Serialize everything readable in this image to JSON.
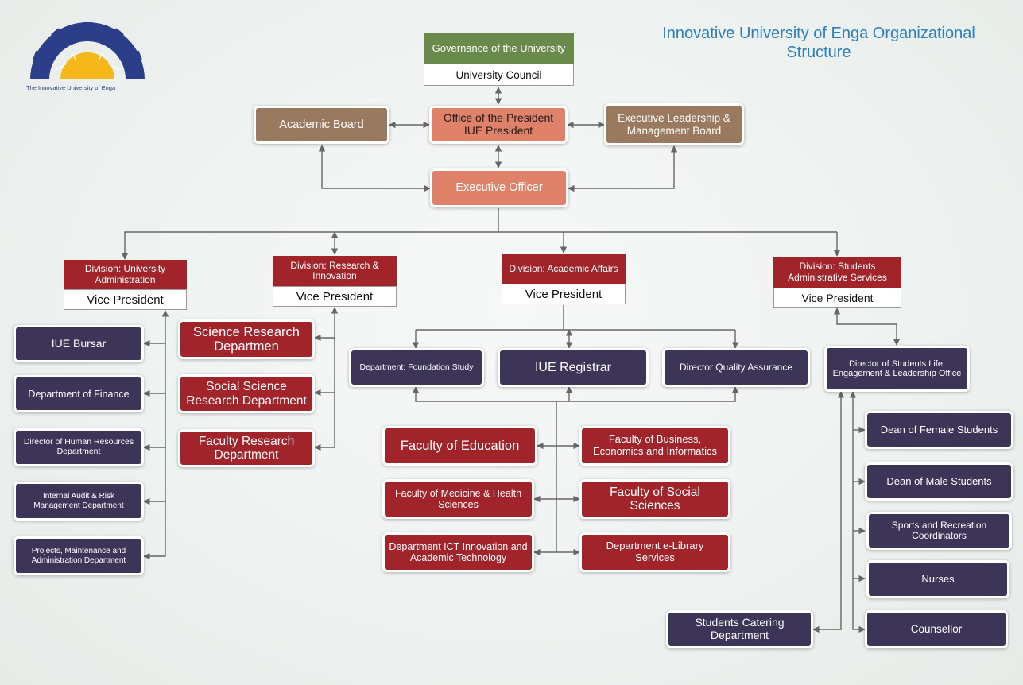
{
  "title": "Innovative University of Enga  Organizational Structure",
  "logo": {
    "caption": "The Innovative University of Enga",
    "colors": {
      "primary": "#2c3e8a",
      "accent": "#f5b81a"
    }
  },
  "colors": {
    "navy": "#3d3558",
    "red": "#a2242b",
    "brown": "#9a7a5e",
    "salmon": "#e0826a",
    "green": "#6a8a4b",
    "connector": "#666666",
    "title": "#2a7fc0"
  },
  "governance": {
    "header": "Governance of the University",
    "body": "University Council"
  },
  "top": {
    "academic_board": "Academic Board",
    "president": "Office of the President IUE President",
    "exec_board": "Executive Leadership & Management  Board",
    "executive_officer": "Executive Officer"
  },
  "divisions": {
    "admin": {
      "header": "Division: University Administration",
      "vp": "Vice President"
    },
    "research": {
      "header": "Division: Research & Innovation",
      "vp": "Vice President"
    },
    "academic": {
      "header": "Division: Academic Affairs",
      "vp": "Vice President"
    },
    "students": {
      "header": "Division: Students Administrative Services",
      "vp": "Vice President"
    }
  },
  "admin_units": [
    "IUE Bursar",
    "Department of Finance",
    "Director of Human Resources Department",
    "Internal Audit & Risk Management Department",
    "Projects, Maintenance and Administration Department"
  ],
  "research_units": [
    "Science Research Departmen",
    "Social Science Research Department",
    "Faculty Research Department"
  ],
  "academic_units": {
    "foundation": "Department: Foundation Study",
    "registrar": "IUE Registrar",
    "quality": "Director Quality Assurance"
  },
  "faculties": {
    "education": "Faculty of Education",
    "business": "Faculty of Business, Economics and Informatics",
    "medicine": "Faculty of Medicine & Health Sciences",
    "social": "Faculty of Social Sciences",
    "ict": "Department ICT  Innovation and Academic Technology",
    "elibrary": "Department e-Library Services"
  },
  "student_units": {
    "director": "Director of Students Life, Engagement & Leadership Office",
    "female": "Dean of Female Students",
    "male": "Dean of Male Students",
    "sports": "Sports and Recreation Coordinators",
    "nurses": "Nurses",
    "counsellor": "Counsellor",
    "catering": "Students Catering Department"
  }
}
